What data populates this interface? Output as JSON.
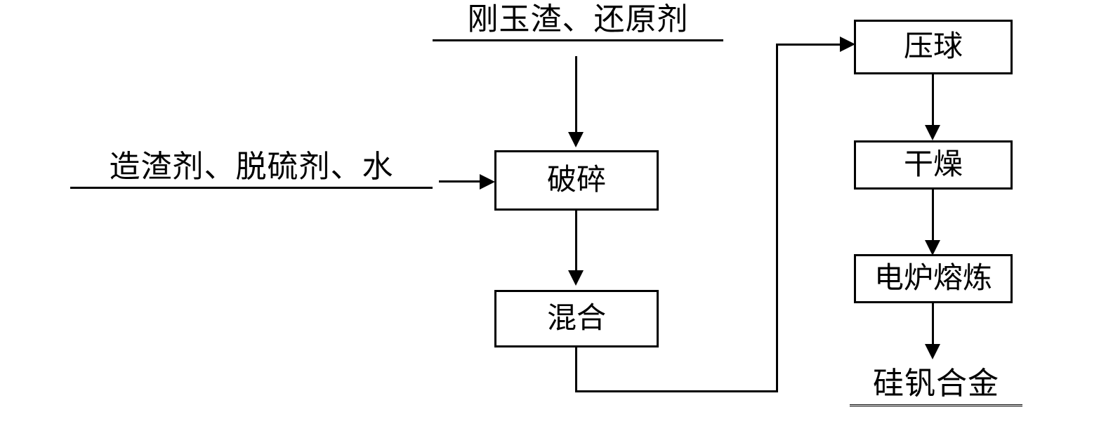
{
  "diagram": {
    "type": "process-flowchart",
    "inputs": [
      {
        "id": "input-top",
        "text": "刚玉渣、还原剂"
      },
      {
        "id": "input-left",
        "text": "造渣剂、脱硫剂、水"
      }
    ],
    "nodes": [
      {
        "id": "crush",
        "text": "破碎"
      },
      {
        "id": "mix",
        "text": "混合"
      },
      {
        "id": "pelletize",
        "text": "压球"
      },
      {
        "id": "dry",
        "text": "干燥"
      },
      {
        "id": "smelt",
        "text": "电炉熔炼"
      }
    ],
    "output": {
      "id": "product",
      "text": "硅钒合金"
    },
    "edges": [
      {
        "from": "input-top",
        "to": "crush"
      },
      {
        "from": "input-left",
        "to": "crush"
      },
      {
        "from": "crush",
        "to": "mix"
      },
      {
        "from": "mix",
        "to": "pelletize"
      },
      {
        "from": "pelletize",
        "to": "dry"
      },
      {
        "from": "dry",
        "to": "smelt"
      },
      {
        "from": "smelt",
        "to": "product"
      }
    ],
    "colors": {
      "stroke": "#000000",
      "background": "#ffffff"
    }
  }
}
